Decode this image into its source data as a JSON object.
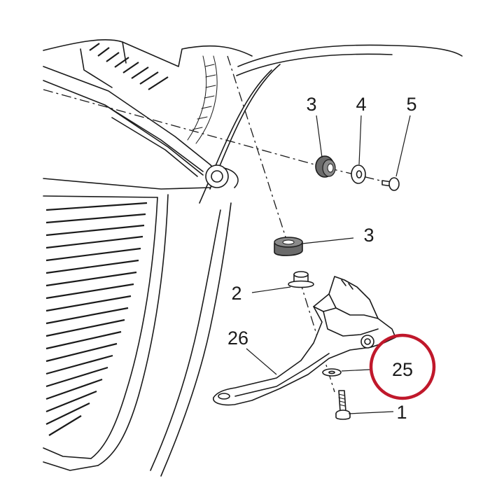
{
  "callouts": [
    {
      "id": "cal-3-top",
      "label": "3"
    },
    {
      "id": "cal-4",
      "label": "4"
    },
    {
      "id": "cal-5",
      "label": "5"
    },
    {
      "id": "cal-3-mid",
      "label": "3"
    },
    {
      "id": "cal-2",
      "label": "2"
    },
    {
      "id": "cal-26",
      "label": "26"
    },
    {
      "id": "cal-25",
      "label": "25"
    },
    {
      "id": "cal-1",
      "label": "1"
    }
  ],
  "colors": {
    "line": "#1a1a1a",
    "highlight": "#c0182b",
    "grommet_dark": "#6b6b6b",
    "background": "#ffffff"
  },
  "highlight": {
    "target_callout": "25",
    "shape": "circle"
  }
}
